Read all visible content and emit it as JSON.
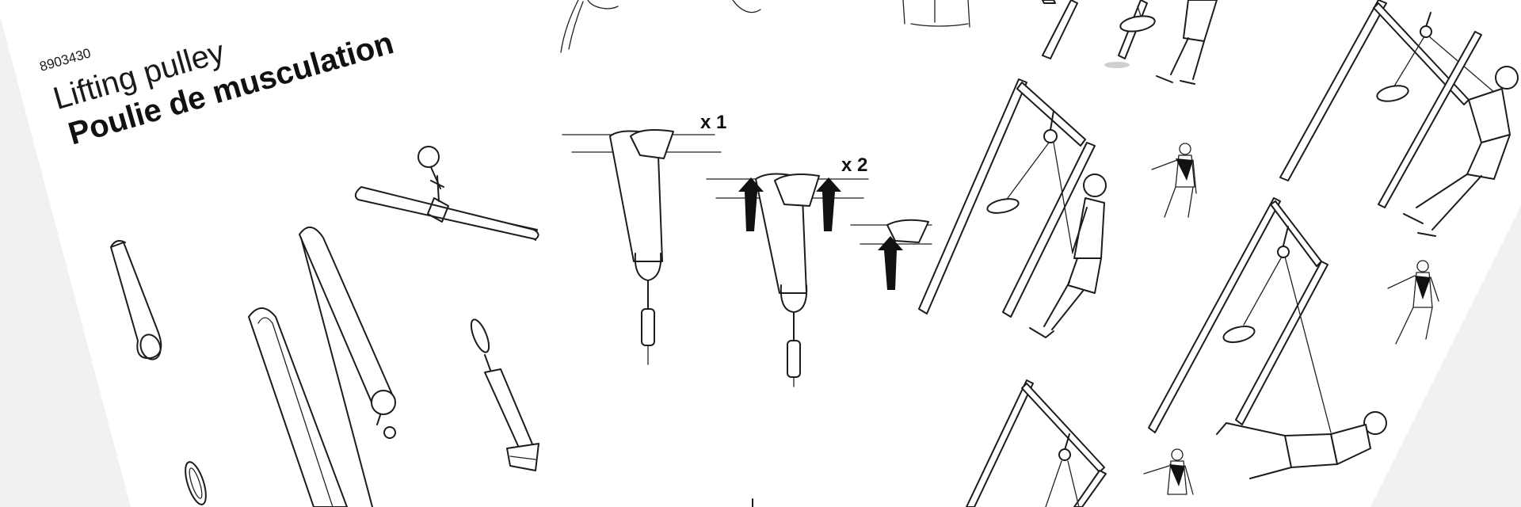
{
  "manual": {
    "product_code": "8903430",
    "title_en": "Lifting pulley",
    "title_fr": "Poulie de musculation"
  },
  "steps": {
    "single_strap_label": "x 1",
    "double_strap_label": "x 2"
  },
  "icons": [
    "strap-loop-icon",
    "carabiner-icon",
    "long-strap-icon",
    "rope-with-ball-icon",
    "handle-bar-icon",
    "tricep-bar-icon",
    "pulley-wheel-icon",
    "arrow-up-icon",
    "pull-up-bar-icon",
    "weight-plate-icon",
    "athlete-figure-icon",
    "muscle-map-icon"
  ],
  "colors": {
    "page": "#ffffff",
    "background": "#f1f1f1",
    "ink": "#111111"
  }
}
